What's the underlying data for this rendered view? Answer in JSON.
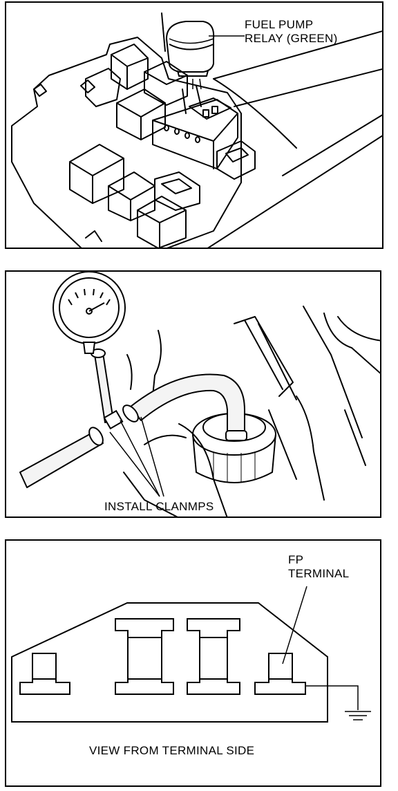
{
  "panel_relay": {
    "label_line1": "FUEL PUMP",
    "label_line2": "RELAY (GREEN)"
  },
  "panel_gauge": {
    "label": "INSTALL CLANMPS"
  },
  "panel_terminal": {
    "label_line1": "FP",
    "label_line2": "TERMINAL",
    "caption": "VIEW FROM TERMINAL SIDE"
  },
  "icons": [
    "fuel-pump-relay-icon",
    "relay-box-icon",
    "fuel-pressure-gauge-icon",
    "fuel-hose-icon",
    "hose-clamp-icon",
    "relay-connector-icon",
    "ground-symbol-icon"
  ],
  "colors": {
    "line": "#000000",
    "background": "#ffffff"
  }
}
